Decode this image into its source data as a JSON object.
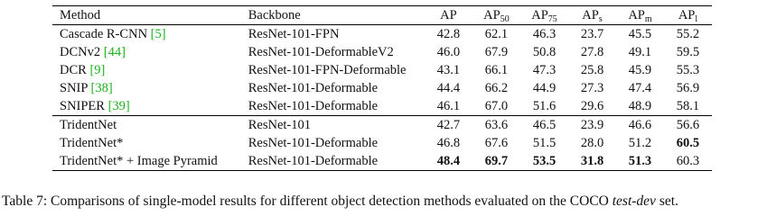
{
  "table": {
    "headers": {
      "method": "Method",
      "backbone": "Backbone",
      "ap": "AP",
      "ap50": {
        "base": "AP",
        "sub": "50"
      },
      "ap75": {
        "base": "AP",
        "sub": "75"
      },
      "aps": {
        "base": "AP",
        "sub": "s"
      },
      "apm": {
        "base": "AP",
        "sub": "m"
      },
      "apl": {
        "base": "AP",
        "sub": "l"
      }
    },
    "group_a": [
      {
        "method": "Cascade R-CNN",
        "cite": "[5]",
        "backbone": "ResNet-101-FPN",
        "values": [
          "42.8",
          "62.1",
          "46.3",
          "23.7",
          "45.5",
          "55.2"
        ]
      },
      {
        "method": "DCNv2",
        "cite": "[44]",
        "backbone": "ResNet-101-DeformableV2",
        "values": [
          "46.0",
          "67.9",
          "50.8",
          "27.8",
          "49.1",
          "59.5"
        ]
      },
      {
        "method": "DCR",
        "cite": "[9]",
        "backbone": "ResNet-101-FPN-Deformable",
        "values": [
          "43.1",
          "66.1",
          "47.3",
          "25.8",
          "45.9",
          "55.3"
        ]
      },
      {
        "method": "SNIP",
        "cite": "[38]",
        "backbone": "ResNet-101-Deformable",
        "values": [
          "44.4",
          "66.2",
          "44.9",
          "27.3",
          "47.4",
          "56.9"
        ]
      },
      {
        "method": "SNIPER",
        "cite": "[39]",
        "backbone": "ResNet-101-Deformable",
        "values": [
          "46.1",
          "67.0",
          "51.6",
          "29.6",
          "48.9",
          "58.1"
        ]
      }
    ],
    "group_b": [
      {
        "method": "TridentNet",
        "cite": "",
        "backbone": "ResNet-101",
        "values": [
          "42.7",
          "63.6",
          "46.5",
          "23.9",
          "46.6",
          "56.6"
        ],
        "bold": []
      },
      {
        "method": "TridentNet*",
        "cite": "",
        "backbone": "ResNet-101-Deformable",
        "values": [
          "46.8",
          "67.6",
          "51.5",
          "28.0",
          "51.2",
          "60.5"
        ],
        "bold": [
          5
        ]
      },
      {
        "method": "TridentNet* + Image Pyramid",
        "cite": "",
        "backbone": "ResNet-101-Deformable",
        "values": [
          "48.4",
          "69.7",
          "53.5",
          "31.8",
          "51.3",
          "60.3"
        ],
        "bold": [
          0,
          1,
          2,
          3,
          4
        ]
      }
    ],
    "cite_color": "#1bb31b"
  },
  "caption": {
    "prefix": "Table 7: Comparisons of single-model results for different object detection methods evaluated on the COCO ",
    "venue": "test-dev",
    "suffix": " set."
  }
}
